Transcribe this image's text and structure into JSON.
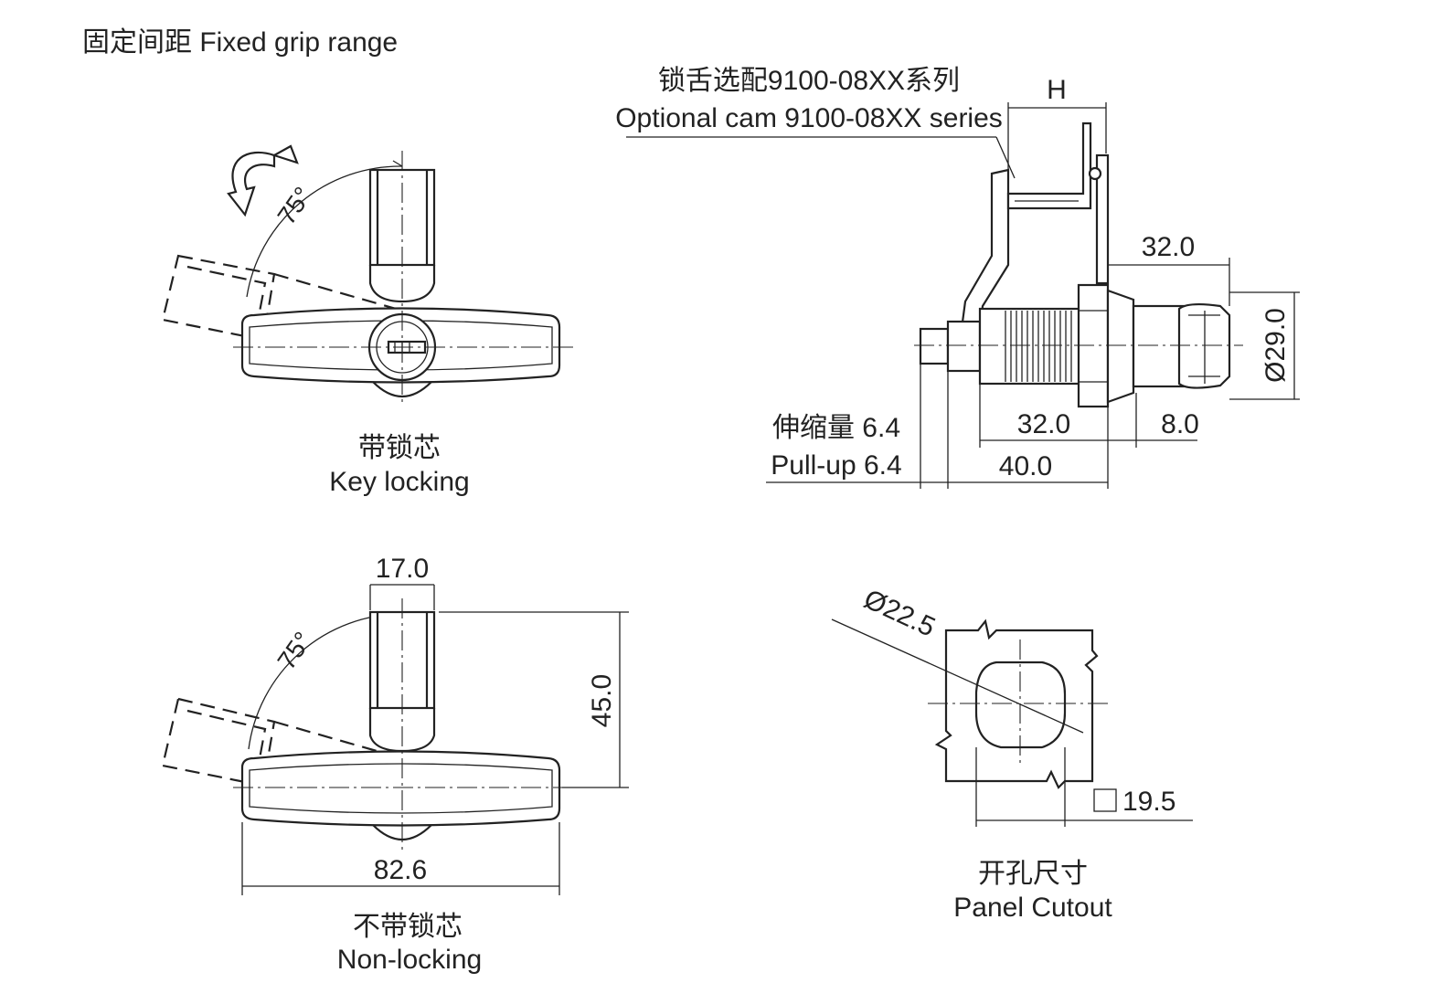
{
  "header": {
    "title": "固定间距 Fixed grip range"
  },
  "views": {
    "key_locking": {
      "label_cn": "带锁芯",
      "label_en": "Key locking",
      "angle": "75°"
    },
    "non_locking": {
      "label_cn": "不带锁芯",
      "label_en": "Non-locking",
      "angle": "75°",
      "dim_width": "17.0",
      "dim_height": "45.0",
      "dim_length": "82.6"
    },
    "side": {
      "cam_cn": "锁舌选配9100-08XX系列",
      "cam_en": "Optional cam 9100-08XX series",
      "dim_h": "H",
      "dim_top": "32.0",
      "dim_dia": "Ø29.0",
      "dim_body": "32.0",
      "dim_right": "8.0",
      "dim_total": "40.0",
      "pull_cn": "伸缩量 6.4",
      "pull_en": "Pull-up 6.4"
    },
    "cutout": {
      "label_cn": "开孔尺寸",
      "label_en": "Panel Cutout",
      "dim_dia": "Ø22.5",
      "dim_square": "19.5",
      "square_icon": "square-icon"
    }
  }
}
